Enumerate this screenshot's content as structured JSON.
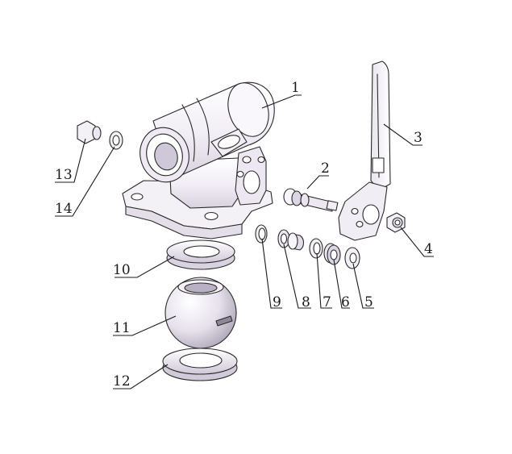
{
  "diagram": {
    "labels": [
      {
        "id": "1",
        "text": "1"
      },
      {
        "id": "2",
        "text": "2"
      },
      {
        "id": "3",
        "text": "3"
      },
      {
        "id": "4",
        "text": "4"
      },
      {
        "id": "5",
        "text": "5"
      },
      {
        "id": "6",
        "text": "6"
      },
      {
        "id": "7",
        "text": "7"
      },
      {
        "id": "8",
        "text": "8"
      },
      {
        "id": "9",
        "text": "9"
      },
      {
        "id": "10",
        "text": "10"
      },
      {
        "id": "11",
        "text": "11"
      },
      {
        "id": "12",
        "text": "12"
      },
      {
        "id": "13",
        "text": "13"
      },
      {
        "id": "14",
        "text": "14"
      }
    ],
    "colors": {
      "ink": "#2a2a2a",
      "part_light": "#f6f3f8",
      "part_mid": "#e2dce8",
      "part_shadow": "#bfb8c8",
      "background": "#ffffff"
    }
  }
}
